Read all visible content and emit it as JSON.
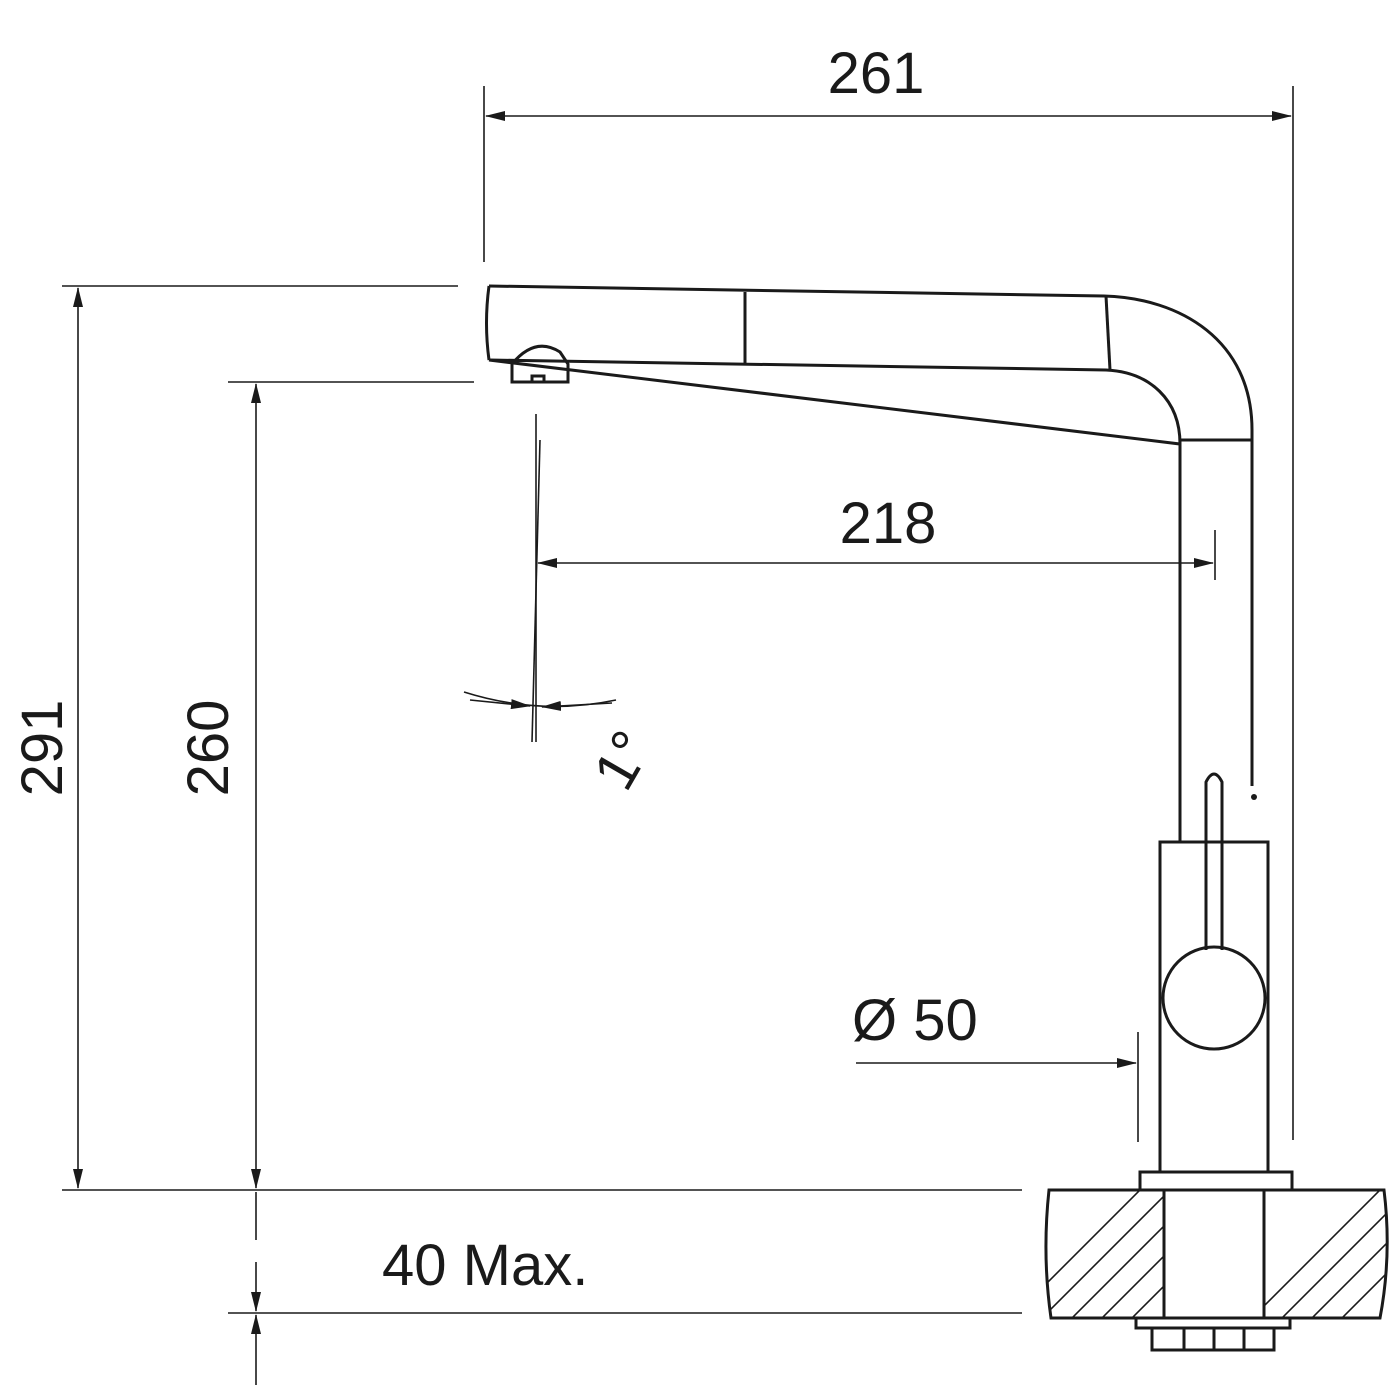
{
  "dimensions": {
    "overall_width": "261",
    "reach": "218",
    "overall_height": "291",
    "spout_height": "260",
    "swivel_angle": "1°",
    "base_diameter": "Ø 50",
    "max_thickness": "40 Max."
  },
  "colors": {
    "line": "#1a1a1a",
    "background": "#ffffff"
  }
}
